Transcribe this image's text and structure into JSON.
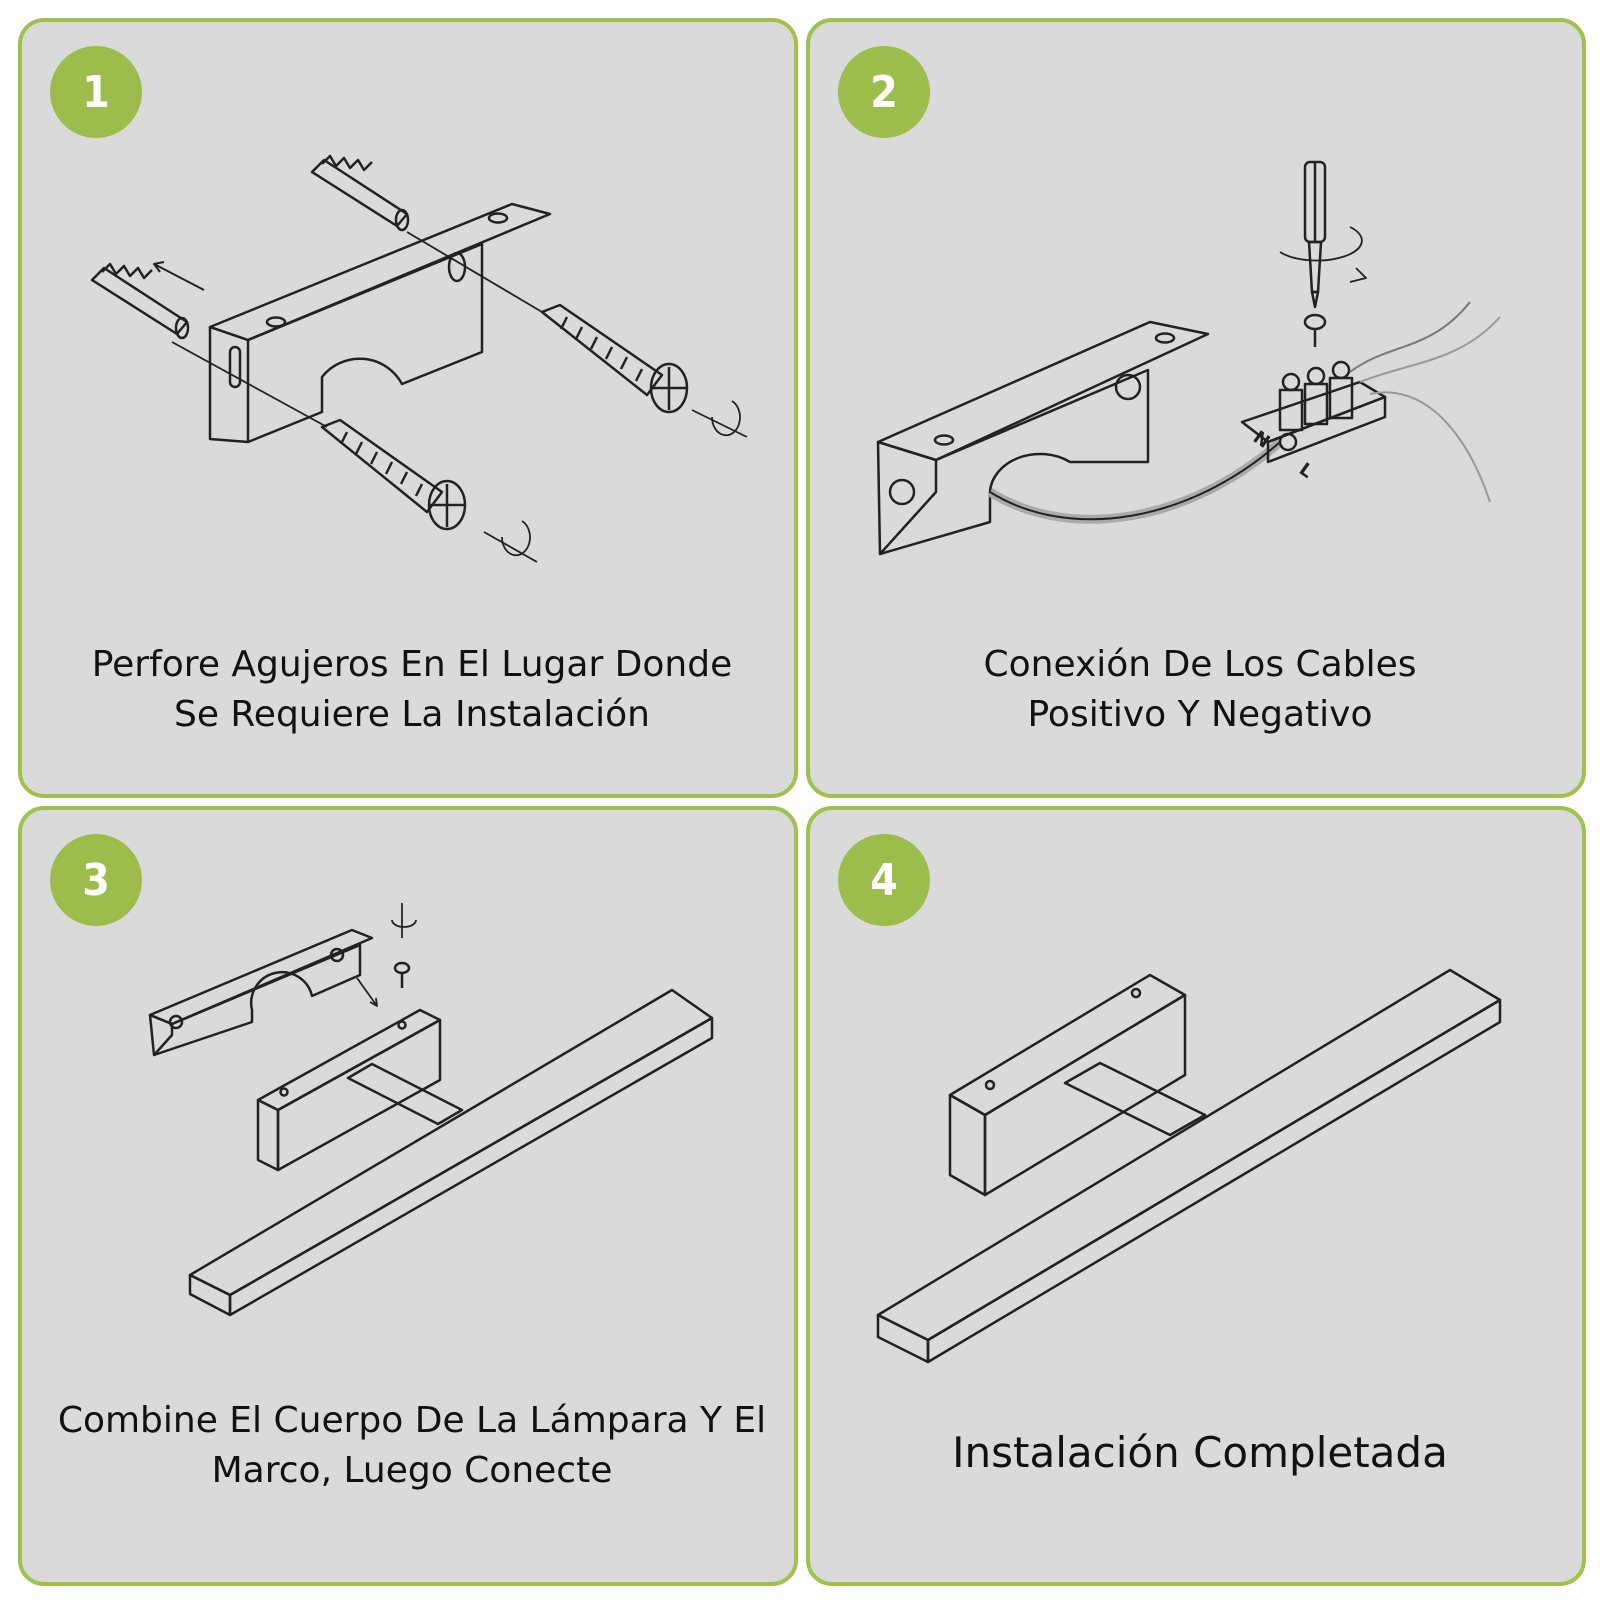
{
  "accent_color": "#9cbd4c",
  "panel_color": "#dadada",
  "steps": [
    {
      "number": "1",
      "caption_lines": [
        "Perfore Agujeros En El Lugar Donde",
        "Se Requiere La Instalación"
      ]
    },
    {
      "number": "2",
      "caption_lines": [
        "Conexión De Los Cables",
        "Positivo Y Negativo"
      ],
      "terminal_labels": [
        "N",
        "L"
      ]
    },
    {
      "number": "3",
      "caption_lines": [
        "Combine El Cuerpo De La Lámpara Y El",
        "Marco, Luego Conecte"
      ]
    },
    {
      "number": "4",
      "caption_lines": [
        "Instalación Completada"
      ]
    }
  ]
}
